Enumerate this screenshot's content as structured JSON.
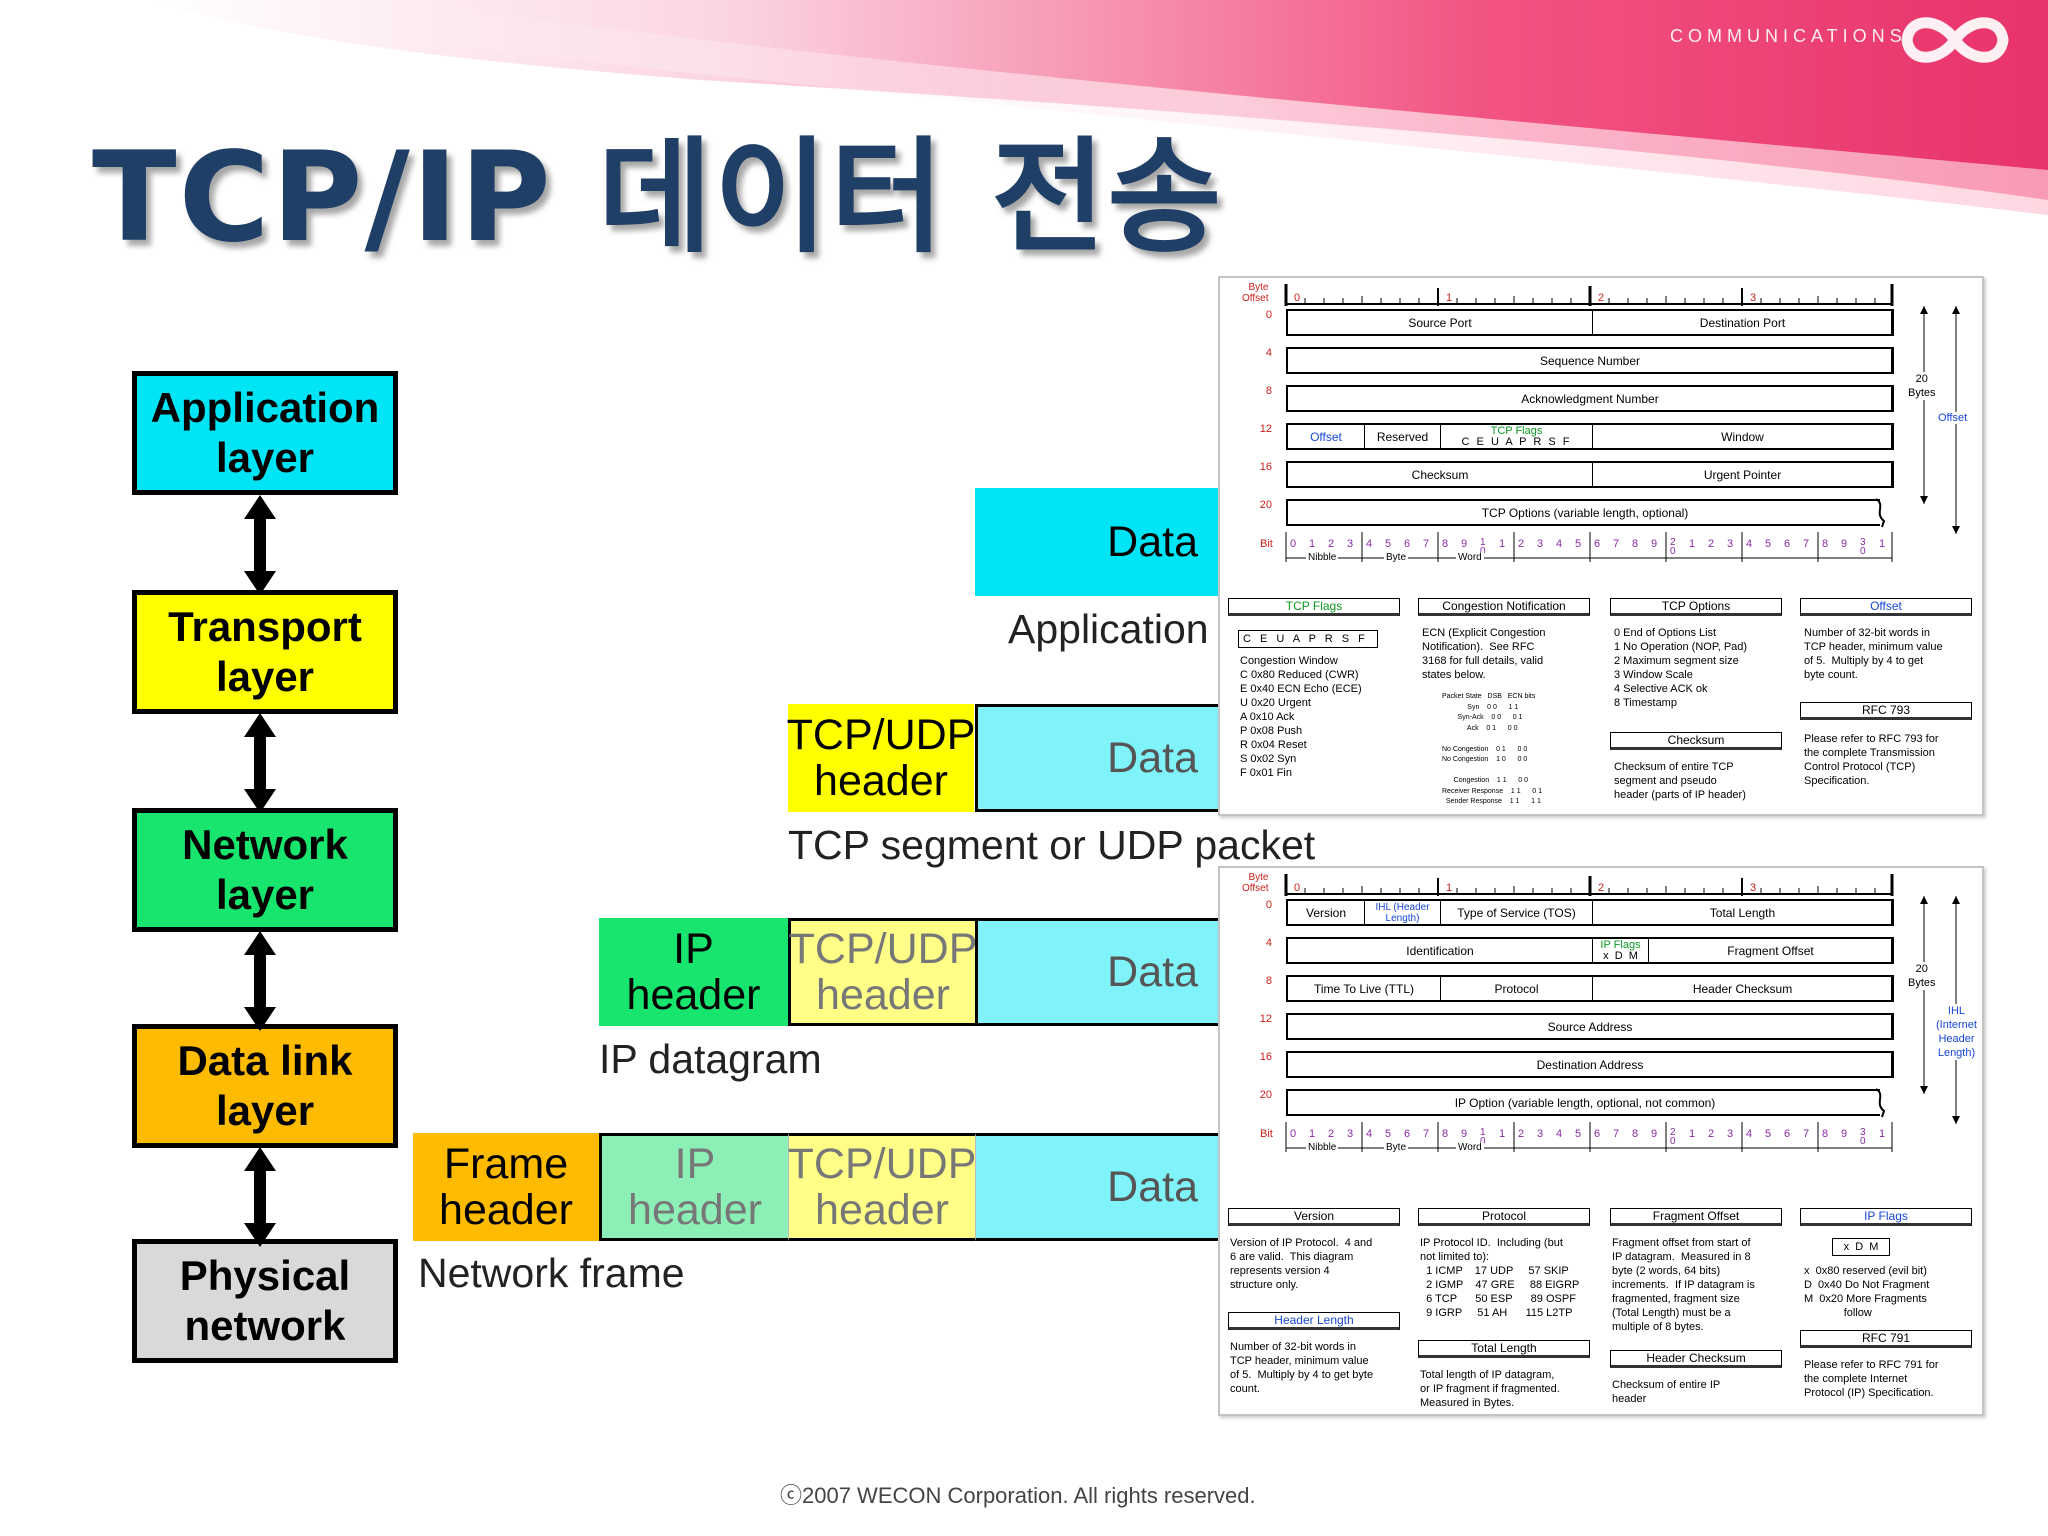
{
  "slide_title": "TCP/IP 데이터 전송",
  "brand_text": "COMMUNICATIONS",
  "footer": "ⓒ2007 WECON Corporation. All rights reserved.",
  "colors": {
    "title": "#1f3f66",
    "application": "#00e5f5",
    "transport": "#ffff00",
    "network": "#18e56e",
    "datalink": "#ffbb00",
    "physical": "#d9d9d9"
  },
  "layers": [
    "Application\nlayer",
    "Transport\nlayer",
    "Network\nlayer",
    "Data link\nlayer",
    "Physical\nnetwork"
  ],
  "encapsulation": {
    "data": "Data",
    "tcp_udp_header": "TCP/UDP\nheader",
    "ip_header": "IP\nheader",
    "frame_header": "Frame\nheader",
    "captions": {
      "application": "Application",
      "segment": "TCP segment or UDP packet",
      "datagram": "IP datagram",
      "frame": "Network frame"
    }
  },
  "tcp_diagram": {
    "byte_offset_label": "Byte\nOffset",
    "byte_numbers": [
      "0",
      "1",
      "2",
      "3"
    ],
    "offsets": [
      "0",
      "4",
      "8",
      "12",
      "16",
      "20"
    ],
    "rows": [
      [
        "Source Port",
        "Destination Port"
      ],
      [
        "Sequence Number"
      ],
      [
        "Acknowledgment Number"
      ],
      [
        "Offset",
        "Reserved",
        "TCP Flags",
        "C E U A P R S F",
        "Window"
      ],
      [
        "Checksum",
        "Urgent Pointer"
      ],
      [
        "TCP Options (variable length, optional)"
      ]
    ],
    "bit_label": "Bit",
    "scale": [
      "Nibble",
      "Byte",
      "Word"
    ],
    "side": [
      "20\nBytes",
      "Offset"
    ],
    "legend": [
      {
        "title": "TCP Flags",
        "body": "Congestion Window\nC 0x80 Reduced (CWR)\nE 0x40 ECN Echo (ECE)\nU 0x20 Urgent\nA 0x10 Ack\nP 0x08 Push\nR 0x04 Reset\nS 0x02 Syn\nF 0x01 Fin",
        "box": "C E U A P R S F"
      },
      {
        "title": "Congestion Notification",
        "body": "ECN (Explicit Congestion\nNotification).  See RFC\n3168 for full details, valid\nstates below.",
        "tiny": "Packet State   DSB   ECN bits\n             Syn    0 0      1 1\n        Syn-Ack    0 0      0 1\n             Ack    0 1      0 0\n\nNo Congestion    0 1      0 0\nNo Congestion    1 0      0 0\n\n      Congestion    1 1      0 0\nReceiver Response    1 1      0 1\n  Sender Response    1 1      1 1"
      },
      {
        "title": "TCP Options",
        "body": "0 End of Options List\n1 No Operation (NOP, Pad)\n2 Maximum segment size\n3 Window Scale\n4 Selective ACK ok\n8 Timestamp",
        "title2": "Checksum",
        "body2": "Checksum of entire TCP\nsegment and pseudo\nheader (parts of IP header)"
      },
      {
        "title": "Offset",
        "body": "Number of 32-bit words in\nTCP header, minimum value\nof 5.  Multiply by 4 to get\nbyte count.",
        "title2": "RFC 793",
        "body2": "Please refer to RFC 793 for\nthe complete Transmission\nControl Protocol (TCP)\nSpecification."
      }
    ]
  },
  "ip_diagram": {
    "byte_offset_label": "Byte\nOffset",
    "byte_numbers": [
      "0",
      "1",
      "2",
      "3"
    ],
    "offsets": [
      "0",
      "4",
      "8",
      "12",
      "16",
      "20"
    ],
    "rows": [
      [
        "Version",
        "IHL (Header\nLength)",
        "Type of Service (TOS)",
        "Total Length"
      ],
      [
        "Identification",
        "IP Flags",
        "x  D  M",
        "Fragment Offset"
      ],
      [
        "Time To Live (TTL)",
        "Protocol",
        "Header Checksum"
      ],
      [
        "Source Address"
      ],
      [
        "Destination Address"
      ],
      [
        "IP Option (variable length, optional, not common)"
      ]
    ],
    "bit_label": "Bit",
    "scale": [
      "Nibble",
      "Byte",
      "Word"
    ],
    "side": [
      "20\nBytes",
      "IHL\n(Internet\nHeader\nLength)"
    ],
    "legend": [
      {
        "title": "Version",
        "body": "Version of IP Protocol.  4 and\n6 are valid.  This diagram\nrepresents version 4\nstructure only.",
        "title2": "Header Length",
        "body2": "Number of 32-bit words in\nTCP header, minimum value\nof 5.  Multiply by 4 to get byte\ncount."
      },
      {
        "title": "Protocol",
        "body": "IP Protocol ID.  Including (but\nnot limited to):\n  1 ICMP    17 UDP     57 SKIP\n  2 IGMP    47 GRE     88 EIGRP\n  6 TCP      50 ESP      89 OSPF\n  9 IGRP     51 AH      115 L2TP",
        "title2": "Total Length",
        "body2": "Total length of IP datagram,\nor IP fragment if fragmented.\nMeasured in Bytes."
      },
      {
        "title": "Fragment Offset",
        "body": "Fragment offset from start of\nIP datagram.  Measured in 8\nbyte (2 words, 64 bits)\nincrements.  If IP datagram is\nfragmented, fragment size\n(Total Length) must be a\nmultiple of 8 bytes.",
        "title2": "Header Checksum",
        "body2": "Checksum of entire IP\nheader"
      },
      {
        "title": "IP Flags",
        "box": "x  D  M",
        "body": "x  0x80 reserved (evil bit)\nD  0x40 Do Not Fragment\nM  0x20 More Fragments\n             follow",
        "title2": "RFC 791",
        "body2": "Please refer to RFC 791 for\nthe complete Internet\nProtocol (IP) Specification."
      }
    ]
  }
}
